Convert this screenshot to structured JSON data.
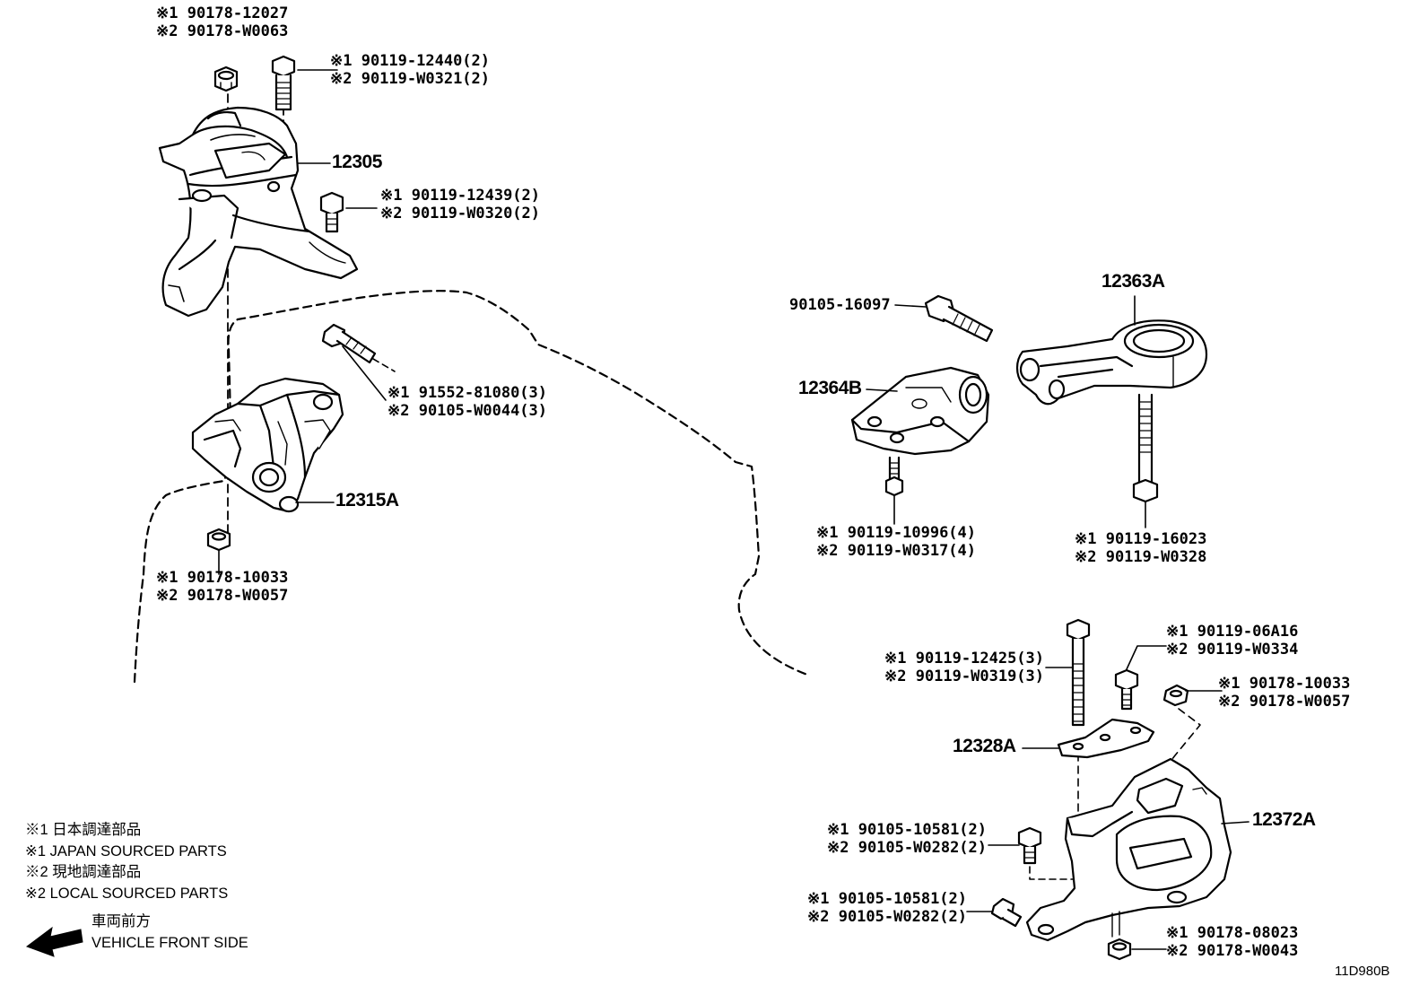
{
  "diagram_code": "11D980B",
  "parts": {
    "p12305": "12305",
    "p12315a": "12315A",
    "p12363a": "12363A",
    "p12364b": "12364B",
    "p12328a": "12328A",
    "p12372a": "12372A",
    "p90105_16097": "90105-16097"
  },
  "callouts": {
    "nut_top": [
      "※1 90178-12027",
      "※2 90178-W0063"
    ],
    "bolt_top": [
      "※1 90119-12440(2)",
      "※2 90119-W0321(2)"
    ],
    "bolt_12305": [
      "※1 90119-12439(2)",
      "※2 90119-W0320(2)"
    ],
    "bolt_12315a": [
      "※1 91552-81080(3)",
      "※2 90105-W0044(3)"
    ],
    "nut_12315a": [
      "※1 90178-10033",
      "※2 90178-W0057"
    ],
    "bolt_12364b": [
      "※1 90119-10996(4)",
      "※2 90119-W0317(4)"
    ],
    "bolt_12363a": [
      "※1 90119-16023",
      "※2 90119-W0328"
    ],
    "bolt_06a16": [
      "※1 90119-06A16",
      "※2 90119-W0334"
    ],
    "bolt_12425": [
      "※1 90119-12425(3)",
      "※2 90119-W0319(3)"
    ],
    "nut_right": [
      "※1 90178-10033",
      "※2 90178-W0057"
    ],
    "bolt_10581_a": [
      "※1 90105-10581(2)",
      "※2 90105-W0282(2)"
    ],
    "bolt_10581_b": [
      "※1 90105-10581(2)",
      "※2 90105-W0282(2)"
    ],
    "nut_08023": [
      "※1 90178-08023",
      "※2 90178-W0043"
    ]
  },
  "legend": {
    "l1": "※1 日本調達部品",
    "l2": "※1 JAPAN SOURCED PARTS",
    "l3": "※2 現地調達部品",
    "l4": "※2 LOCAL SOURCED PARTS",
    "dir_jp": "車両前方",
    "dir_en": "VEHICLE FRONT SIDE"
  },
  "icons": {
    "front_arrow": "arrow-left-icon"
  }
}
